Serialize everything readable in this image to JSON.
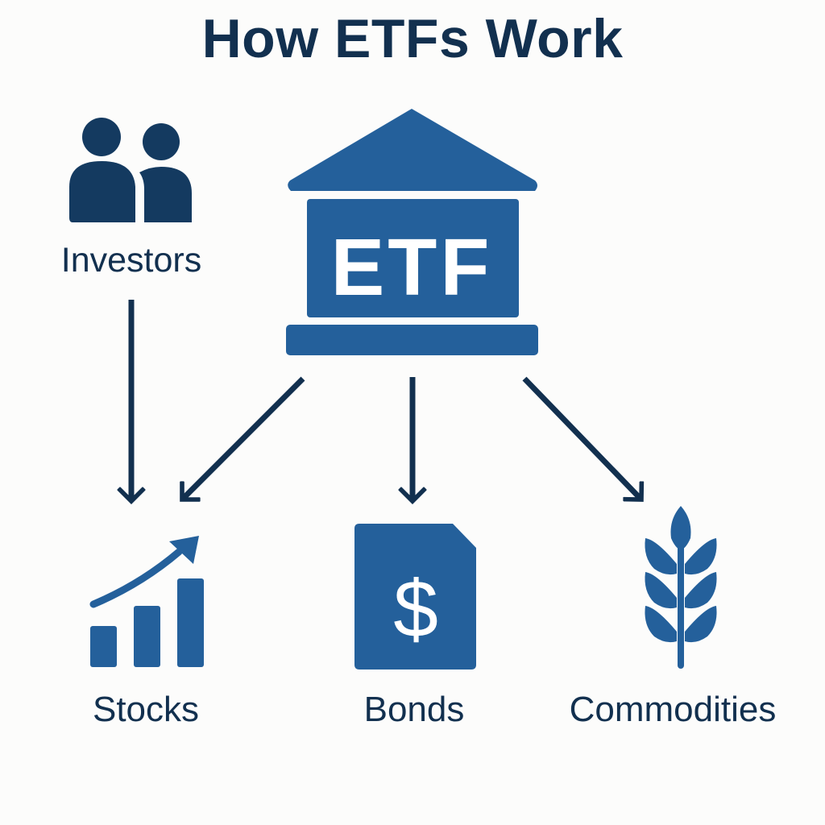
{
  "title": "How ETFs Work",
  "nodes": {
    "investors": {
      "label": "Investors",
      "icon": "people-icon"
    },
    "etf": {
      "label": "ETF",
      "icon": "building-icon"
    },
    "stocks": {
      "label": "Stocks",
      "icon": "bar-chart-growth-icon"
    },
    "bonds": {
      "label": "Bonds",
      "icon": "dollar-document-icon"
    },
    "commodities": {
      "label": "Commodities",
      "icon": "wheat-icon"
    }
  },
  "edges": [
    {
      "from": "Investors",
      "to": "Stocks"
    },
    {
      "from": "ETF",
      "to": "Stocks"
    },
    {
      "from": "ETF",
      "to": "Bonds"
    },
    {
      "from": "ETF",
      "to": "Commodities"
    }
  ],
  "colors": {
    "navy": "#12304f",
    "icon_dark": "#143a60",
    "blue": "#24609b",
    "background": "#fcfcfb"
  }
}
